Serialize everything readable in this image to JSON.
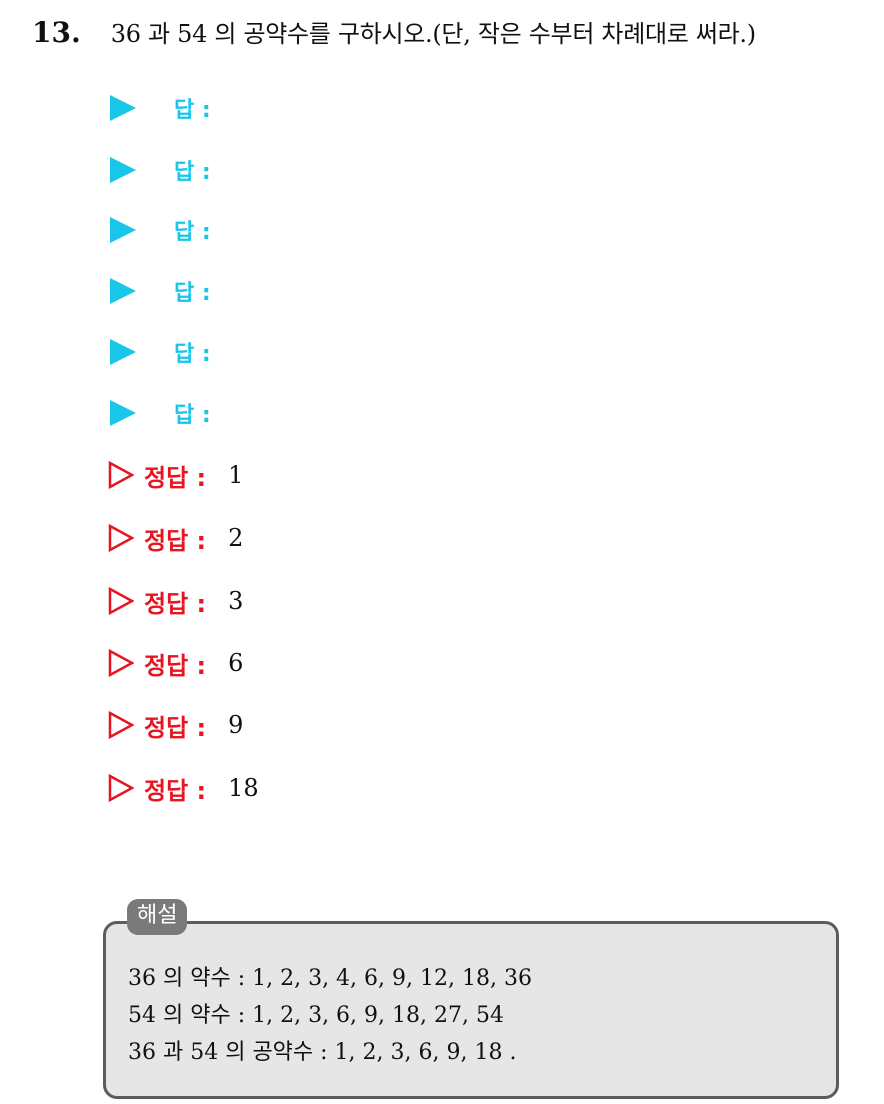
{
  "question": {
    "number": "13.",
    "text": "36 과 54 의 공약수를 구하시오.(단, 작은 수부터 차례대로 써라.)"
  },
  "answer_label": "답 :",
  "answer_count": 6,
  "solution_label": "정답 :",
  "solutions": [
    "1",
    "2",
    "3",
    "6",
    "9",
    "18"
  ],
  "explanation": {
    "title": "해설",
    "lines": [
      "36 의 약수 : 1, 2, 3, 4, 6, 9, 12, 18, 36",
      "54 의 약수 : 1, 2, 3, 6, 9, 18, 27, 54",
      "36 과 54 의 공약수 : 1, 2, 3, 6, 9, 18 ."
    ]
  },
  "colors": {
    "answer_accent": "#19c6ea",
    "solution_accent": "#e8141f",
    "box_background": "#e6e6e6",
    "box_border": "#5c5c5c",
    "tag_background": "#7a7a7a"
  }
}
